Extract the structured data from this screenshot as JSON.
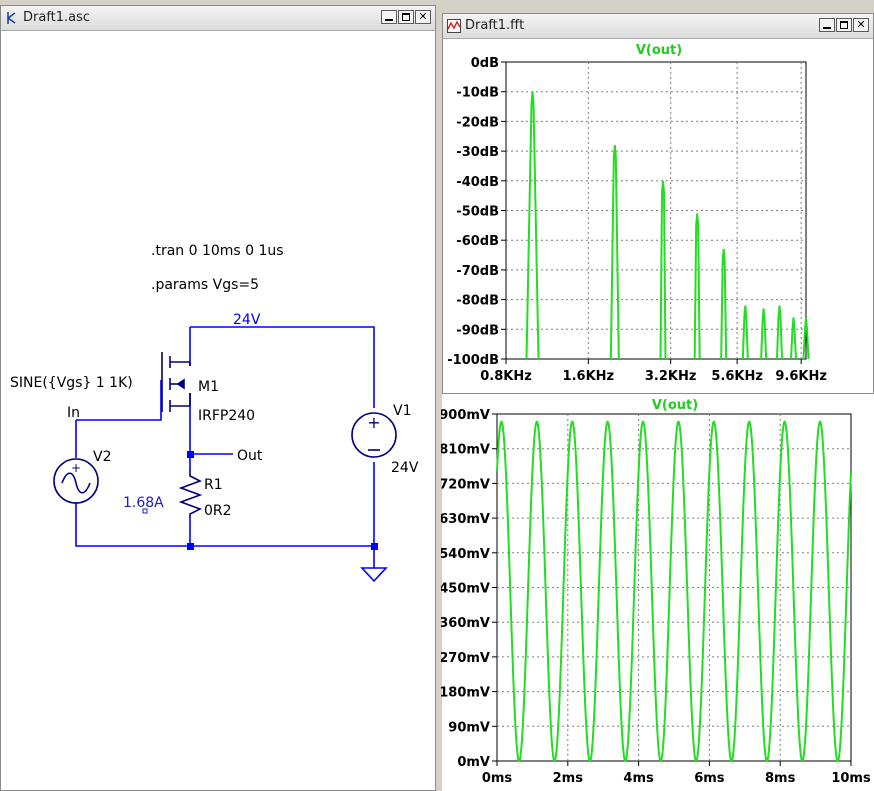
{
  "schematic": {
    "title": "Draft1.asc",
    "directive_tran": ".tran 0 10ms 0 1us",
    "directive_params": ".params Vgs=5",
    "net_24v": "24V",
    "m1_name": "M1",
    "m1_model": "IRFP240",
    "v1_name": "V1",
    "v1_value": "24V",
    "v2_name": "V2",
    "v2_value": "SINE({Vgs} 1 1K)",
    "label_in": "In",
    "label_out": "Out",
    "r1_name": "R1",
    "r1_value": "0R2",
    "current_probe": "1.68A"
  },
  "fft": {
    "title": "Draft1.fft",
    "trace": "V(out)",
    "colors": {
      "trace": "#22dd22",
      "trace_label": "#22cc22",
      "grid": "#7f7f7f"
    }
  },
  "time": {
    "trace": "V(out)"
  },
  "chart_data": [
    {
      "type": "line",
      "title": "V(out)",
      "x_scale": "log",
      "x_ticks": [
        "0.8KHz",
        "1.6KHz",
        "3.2KHz",
        "5.6KHz",
        "9.6KHz"
      ],
      "y_ticks": [
        "0dB",
        "-10dB",
        "-20dB",
        "-30dB",
        "-40dB",
        "-50dB",
        "-60dB",
        "-70dB",
        "-80dB",
        "-90dB",
        "-100dB"
      ],
      "ylim": [
        -100,
        0
      ],
      "series": [
        {
          "name": "V(out)",
          "peaks_khz": [
            1,
            2,
            3,
            4,
            5,
            6,
            7,
            8,
            9,
            10
          ],
          "peaks_db": [
            -10,
            -28,
            -40,
            -51,
            -63,
            -82,
            -83,
            -82,
            -86,
            -86
          ]
        }
      ]
    },
    {
      "type": "line",
      "title": "V(out)",
      "x_ticks": [
        "0ms",
        "2ms",
        "4ms",
        "6ms",
        "8ms",
        "10ms"
      ],
      "y_ticks": [
        "900mV",
        "810mV",
        "720mV",
        "630mV",
        "540mV",
        "450mV",
        "360mV",
        "270mV",
        "180mV",
        "90mV",
        "0mV"
      ],
      "xlim": [
        0,
        10
      ],
      "ylim": [
        0,
        900
      ],
      "series": [
        {
          "name": "V(out)",
          "frequency_khz": 1,
          "min_mv": 0,
          "max_mv": 880
        }
      ]
    }
  ]
}
